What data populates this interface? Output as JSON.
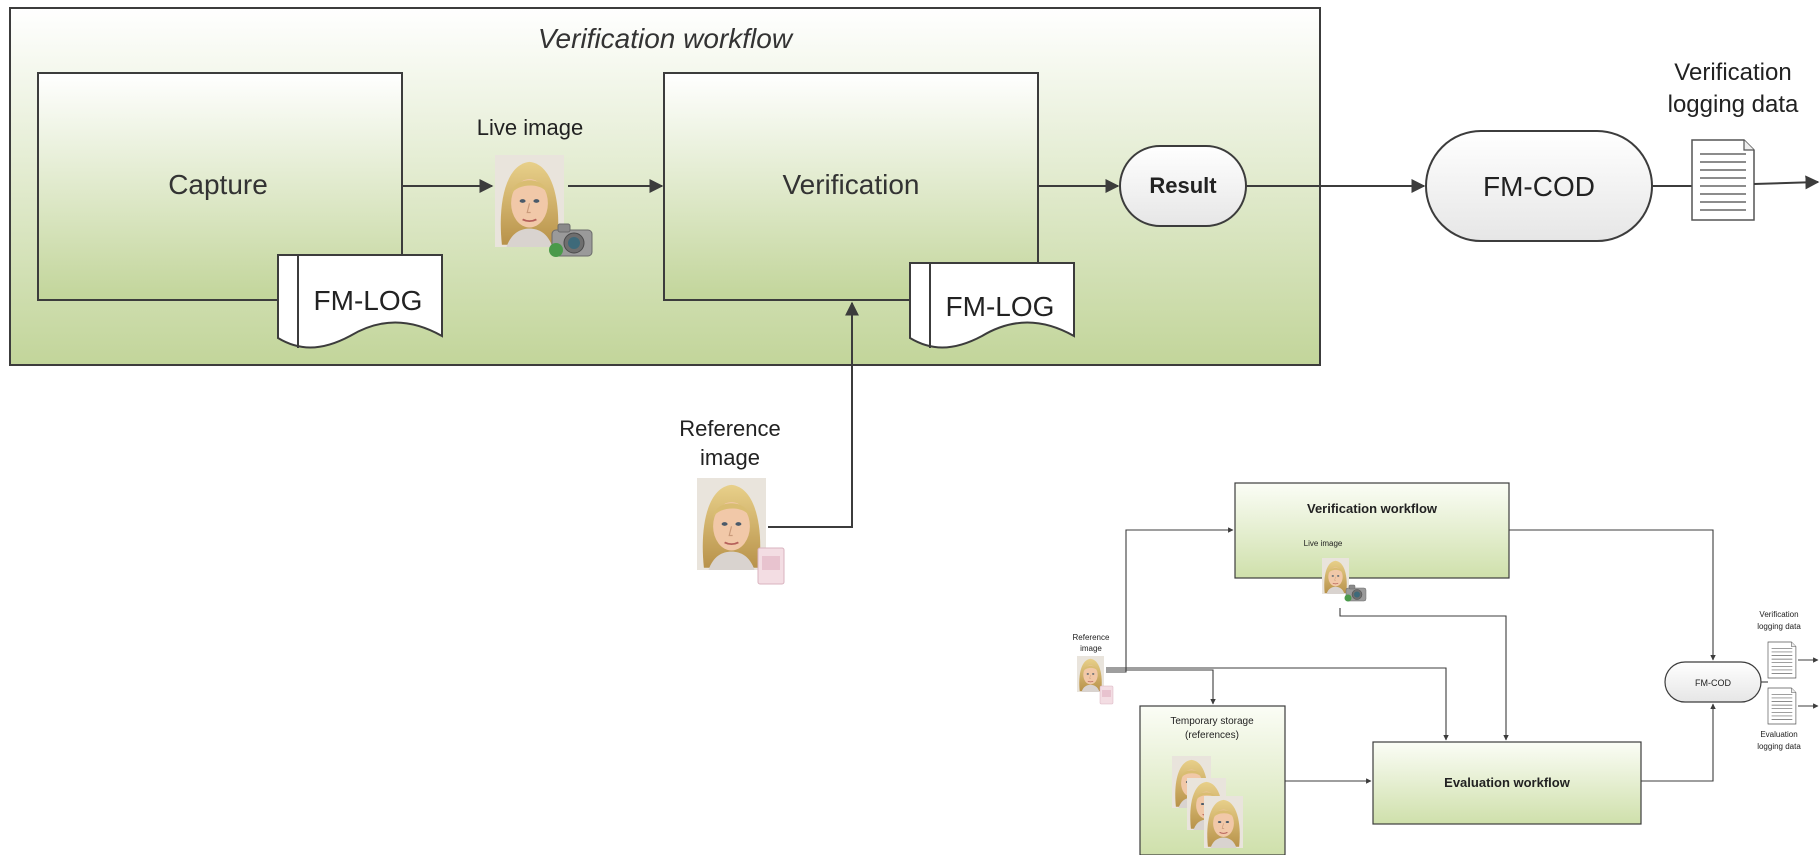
{
  "main": {
    "title": "Verification workflow",
    "capture_label": "Capture",
    "verification_label": "Verification",
    "log_label": "FM-LOG",
    "live_image_label": "Live image",
    "result_label": "Result",
    "cod_label": "FM-COD",
    "logging_label_line1": "Verification",
    "logging_label_line2": "logging data",
    "reference_label_line1": "Reference",
    "reference_label_line2": "image"
  },
  "mini": {
    "verification_title": "Verification workflow",
    "live_image_label": "Live image",
    "reference_line1": "Reference",
    "reference_line2": "image",
    "storage_line1": "Temporary storage",
    "storage_line2": "(references)",
    "evaluation_title": "Evaluation workflow",
    "cod_label": "FM-COD",
    "ver_log_line1": "Verification",
    "ver_log_line2": "logging data",
    "eval_log_line1": "Evaluation",
    "eval_log_line2": "logging data"
  },
  "colors": {
    "gradient_top": "#ffffff",
    "gradient_bottom": "#c3d69b",
    "stroke": "#3c3c3c"
  },
  "icons": {
    "face": "face-photo-icon",
    "camera": "camera-icon",
    "passport": "passport-icon",
    "document": "document-icon"
  }
}
